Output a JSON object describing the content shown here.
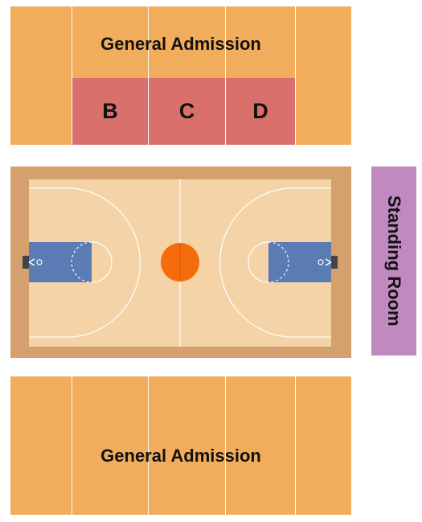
{
  "sections": {
    "top_general_admission": "General Admission",
    "bottom_general_admission": "General Admission",
    "b": "B",
    "c": "C",
    "d": "D",
    "standing_room": "Standing Room"
  },
  "colors": {
    "general_admission": "#f2ad5c",
    "sections_bcd": "#d9706b",
    "standing_room": "#c08ac0",
    "court_border": "#d4a06e",
    "court_floor": "#f4d3a6",
    "paint": "#5b7bb5",
    "center_ball": "#f46c0b"
  }
}
